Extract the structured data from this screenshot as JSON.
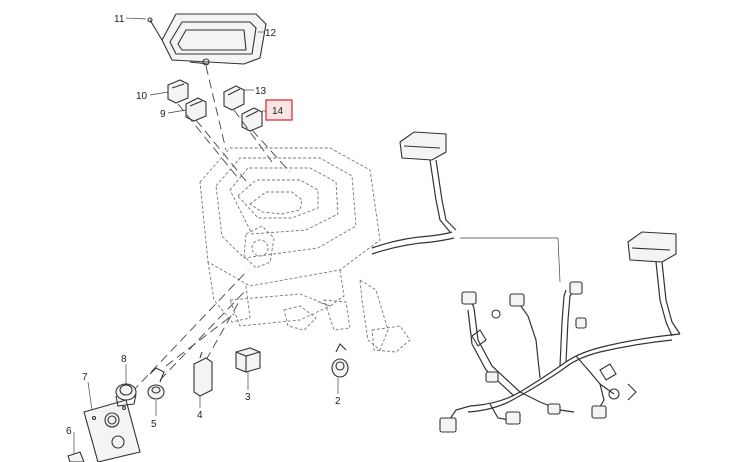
{
  "callouts": [
    {
      "id": "c2",
      "label": "2"
    },
    {
      "id": "c3",
      "label": "3"
    },
    {
      "id": "c4",
      "label": "4"
    },
    {
      "id": "c5",
      "label": "5"
    },
    {
      "id": "c6",
      "label": "6"
    },
    {
      "id": "c7",
      "label": "7"
    },
    {
      "id": "c8",
      "label": "8"
    },
    {
      "id": "c9",
      "label": "9"
    },
    {
      "id": "c10",
      "label": "10"
    },
    {
      "id": "c11",
      "label": "11"
    },
    {
      "id": "c12",
      "label": "12"
    },
    {
      "id": "c13",
      "label": "13"
    },
    {
      "id": "c14",
      "label": "14",
      "highlighted": true
    }
  ],
  "colors": {
    "line": "#333333",
    "highlight_border": "#dd3333",
    "highlight_fill": "#fbe4e4",
    "background": "#ffffff"
  }
}
